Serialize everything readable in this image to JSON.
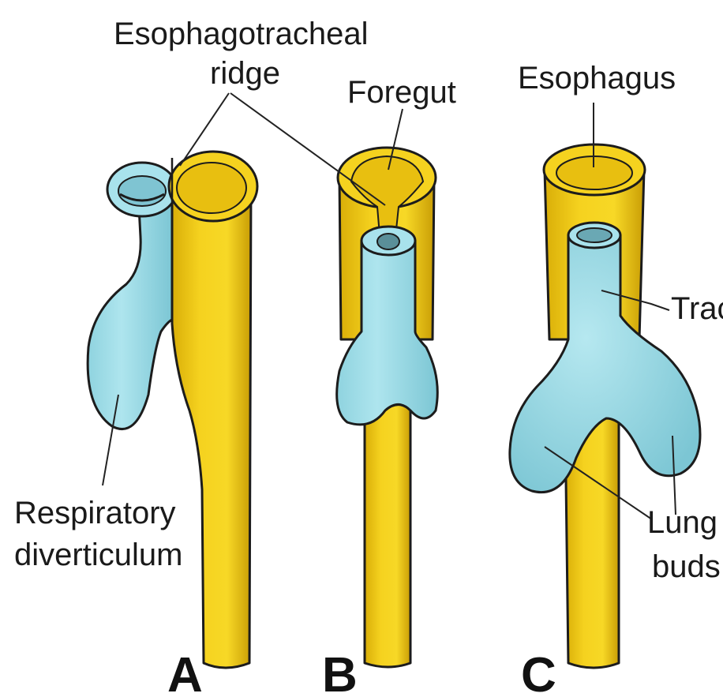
{
  "figure": {
    "colors": {
      "foregut_yellow": "#f5d21f",
      "foregut_shadow": "#d9ae08",
      "respiratory_blue": "#a8e2ec",
      "respiratory_shadow": "#7cc6d4",
      "line": "#1c1c1c"
    },
    "labels": {
      "esophagotracheal_ridge_line1": "Esophagotracheal",
      "esophagotracheal_ridge_line2": "ridge",
      "foregut": "Foregut",
      "esophagus": "Esophagus",
      "trachea": "Trac",
      "respiratory_line1": "Respiratory",
      "respiratory_line2": "diverticulum",
      "lung_line1": "Lung",
      "lung_line2": "buds"
    },
    "panels": {
      "a": "A",
      "b": "B",
      "c": "C"
    }
  }
}
